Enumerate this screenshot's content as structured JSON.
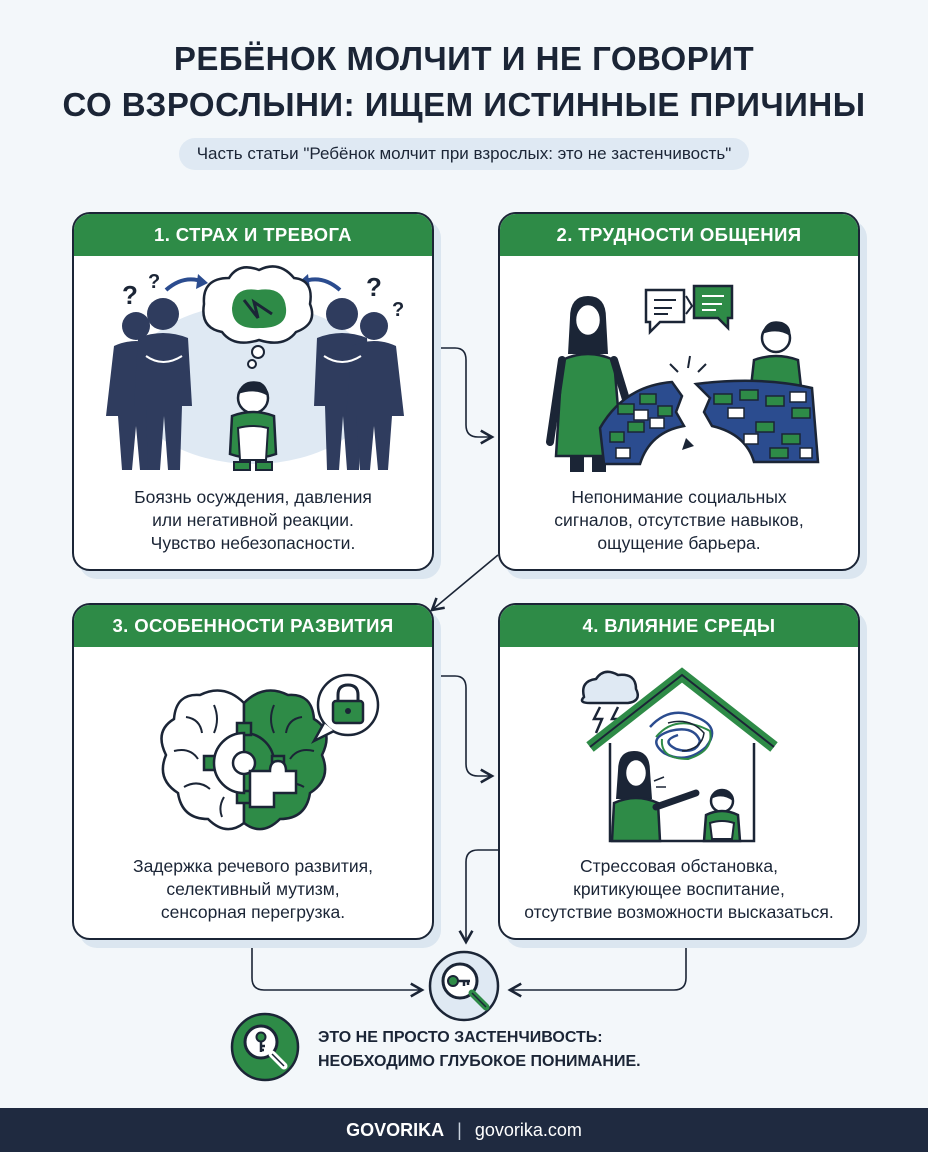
{
  "title_line1": "РЕБЁНОК МОЛЧИТ И НЕ ГОВОРИТ",
  "title_line2": "СО ВЗРОСЛЫНИ: ИЩЕМ ИСТИННЫЕ ПРИЧИНЫ",
  "subtitle": "Часть статьи \"Ребёнок молчит при взрослых: это не застенчивость\"",
  "cards": [
    {
      "title": "1. СТРАХ И ТРЕВОГА",
      "text_lines": [
        "Боязнь осуждения, давления",
        "или негативной реакции.",
        "Чувство небезопасности."
      ]
    },
    {
      "title": "2. ТРУДНОСТИ ОБЩЕНИЯ",
      "text_lines": [
        "Непонимание социальных",
        "сигналов, отсутствие навыков,",
        "ощущение барьера."
      ]
    },
    {
      "title": "3. ОСОБЕННОСТИ РАЗВИТИЯ",
      "text_lines": [
        "Задержка речевого развития,",
        "селективный мутизм,",
        "сенсорная перегрузка."
      ]
    },
    {
      "title": "4. ВЛИЯНИЕ СРЕДЫ",
      "text_lines": [
        "Стрессовая обстановка,",
        "критикующее воспитание,",
        "отсутствие возможности высказаться."
      ]
    }
  ],
  "conclusion_line1": "ЭТО НЕ ПРОСТО ЗАСТЕНЧИВОСТЬ:",
  "conclusion_line2": "НЕОБХОДИМО ГЛУБОКОЕ ПОНИМАНИЕ.",
  "footer_brand": "GOVORIKA",
  "footer_separator": "|",
  "footer_url": "govorika.com",
  "icons": {
    "card1": "anxious-child-with-adults-icon",
    "card2": "broken-bridge-communication-icon",
    "card3": "brain-gear-lock-icon",
    "card4": "stressful-home-icon",
    "center": "key-magnifier-icon",
    "conclusion": "magnifier-key-icon"
  },
  "colors": {
    "accent_green": "#2e8b47",
    "navy": "#1b2536",
    "brick_blue": "#2b4c8f",
    "light_blue": "#dfe9f3"
  }
}
